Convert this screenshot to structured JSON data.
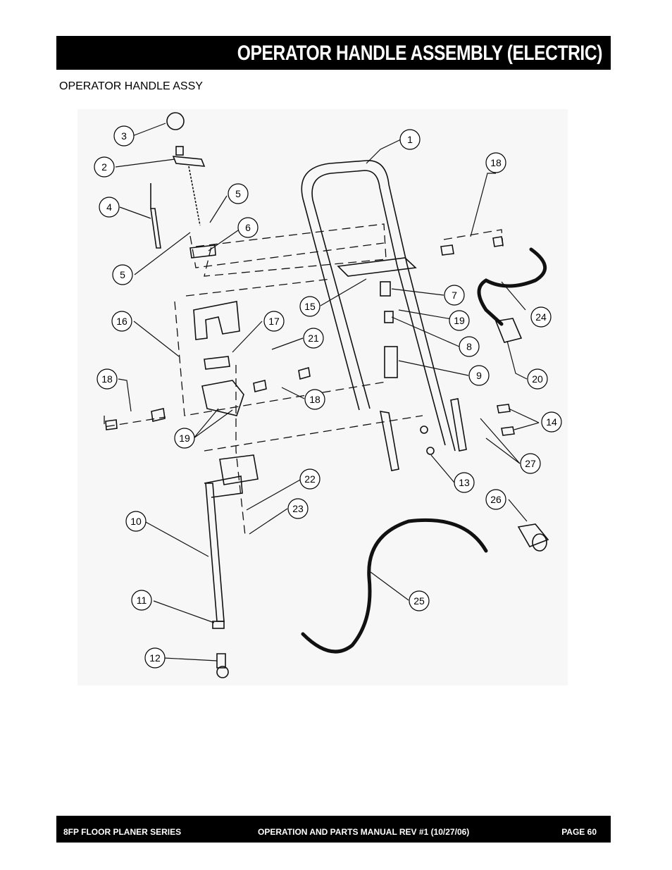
{
  "header": {
    "title": "OPERATOR HANDLE ASSEMBLY (ELECTRIC)"
  },
  "section": {
    "subtitle": "OPERATOR HANDLE ASSY"
  },
  "diagram": {
    "callouts": [
      {
        "n": "1"
      },
      {
        "n": "2"
      },
      {
        "n": "3"
      },
      {
        "n": "4"
      },
      {
        "n": "5"
      },
      {
        "n": "5"
      },
      {
        "n": "6"
      },
      {
        "n": "7"
      },
      {
        "n": "8"
      },
      {
        "n": "9"
      },
      {
        "n": "10"
      },
      {
        "n": "11"
      },
      {
        "n": "12"
      },
      {
        "n": "13"
      },
      {
        "n": "14"
      },
      {
        "n": "15"
      },
      {
        "n": "16"
      },
      {
        "n": "17"
      },
      {
        "n": "18"
      },
      {
        "n": "18"
      },
      {
        "n": "18"
      },
      {
        "n": "19"
      },
      {
        "n": "19"
      },
      {
        "n": "20"
      },
      {
        "n": "21"
      },
      {
        "n": "22"
      },
      {
        "n": "23"
      },
      {
        "n": "24"
      },
      {
        "n": "25"
      },
      {
        "n": "26"
      },
      {
        "n": "27"
      }
    ]
  },
  "footer": {
    "left": "8FP FLOOR PLANER SERIES",
    "middle": "OPERATION AND PARTS MANUAL REV #1 (10/27/06)",
    "right": "PAGE 60"
  }
}
